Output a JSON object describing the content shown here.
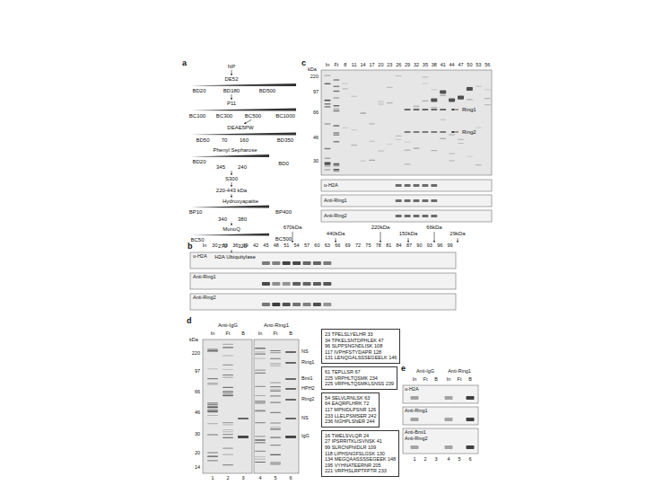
{
  "diagram": {
    "nodes": [
      {
        "text": [
          "23 TPELSLYELHR 33",
          "34 TPKELSNTDPHLEK 47",
          "96 SLPPSNGNDLISK 108",
          "117 IVPHFSTYDAPR 128",
          "131 LENQGALSSSEGEELK 146"
        ]
      },
      {
        "text": [
          "61 TEPLLSR 67",
          "225 VRPHLTQSMK 234",
          "225 VRPHLTQSMKLSNSS 239"
        ]
      },
      {
        "text": [
          "54 SELVLRNLSK 63",
          "64 EAQRPLHRK 72",
          "117 MPNIDLPSNR 126",
          "233 LLELPSMSER 242",
          "236 NGHPLSNER 244"
        ]
      },
      {
        "text": [
          "16 TWELSVLQR 24",
          "27 IPSRRITKLISVNSK 41",
          "99 SLRCNPNIDLR 109",
          "118 LIPHSNGFSLGSK 130",
          "134 MEGQAASSSSEGEEK 148",
          "195 VYHNATEERNR 205",
          "221 VRPHSLRPTFPTR 233"
        ]
      }
    ],
    "labels": [
      "a",
      "NP",
      "DE52",
      "BD20",
      "BD180",
      "BD500",
      "P11",
      "BC100",
      "BC300",
      "BC500",
      "BC1000",
      "DEAE5PW",
      "BD50",
      "70",
      "160",
      "BD350",
      "Phenyl Sepharose",
      "BD20",
      "345",
      "240",
      "BD0",
      "S300",
      "220-443 kDa",
      "Hydroxyapatite",
      "BP10",
      "340",
      "380",
      "BP400",
      "MonoQ",
      "BC50",
      "270",
      "320",
      "BC500",
      "H2A Ubiquitylase",
      "c",
      "kDa",
      "In",
      "Ft",
      "8",
      "11",
      "14",
      "17",
      "20",
      "23",
      "26",
      "29",
      "32",
      "35",
      "38",
      "41",
      "44",
      "47",
      "50",
      "53",
      "56",
      "220",
      "97",
      "66",
      "46",
      "30",
      "Ring1",
      "Ring2",
      "u-H2A",
      "Anti-Ring1",
      "Anti-Ring2",
      "670kDa",
      "440kDa",
      "220kDa",
      "150kDa",
      "66kDa",
      "29kDa",
      "b",
      "In",
      "30",
      "33",
      "36",
      "39",
      "42",
      "45",
      "48",
      "51",
      "54",
      "57",
      "60",
      "63",
      "66",
      "69",
      "72",
      "75",
      "78",
      "81",
      "84",
      "87",
      "90",
      "93",
      "96",
      "99",
      "u-H2A",
      "Anti-Ring1",
      "Anti-Ring2",
      "d",
      "Anti-IgG",
      "Anti-Ring1",
      "In",
      "Ft",
      "B",
      "In",
      "Ft",
      "B",
      "kDa",
      "220",
      "97",
      "66",
      "46",
      "30",
      "20",
      "14",
      "NS",
      "Ring1",
      "Bmi1",
      "HPH2",
      "Ring2",
      "NS",
      "IgG",
      "1",
      "2",
      "3",
      "4",
      "5",
      "6",
      "e",
      "Anti-IgG",
      "Anti-Ring1",
      "In",
      "Ft",
      "B",
      "In",
      "Ft",
      "B",
      "u-H2A",
      "Anti-Ring1",
      "Anti-Bmi1",
      "Anti-Ring2",
      "1",
      "2",
      "3",
      "4",
      "5",
      "6"
    ]
  }
}
